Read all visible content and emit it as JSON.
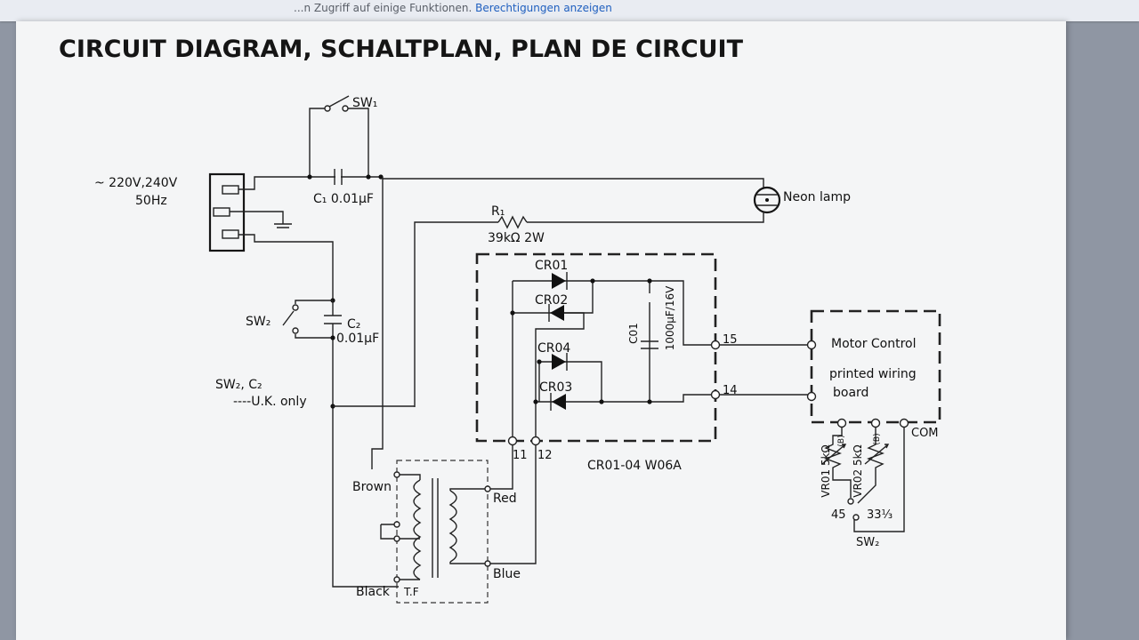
{
  "browser_bar": {
    "text": "...n Zugriff auf einige Funktionen.",
    "link": "Berechtigungen anzeigen"
  },
  "diagram": {
    "title": "CIRCUIT DIAGRAM, SCHALTPLAN, PLAN DE CIRCUIT",
    "mains_voltage": "~ 220V,240V",
    "mains_freq": "50Hz",
    "sw1": "SW₁",
    "c1": "C₁ 0.01μF",
    "r1": "R₁",
    "r1_value": "39kΩ 2W",
    "neon_lamp": "Neon lamp",
    "sw2": "SW₂",
    "c2": "C₂",
    "c2_value": "0.01μF",
    "uk_note_1": "SW₂, C₂",
    "uk_note_2": "----U.K. only",
    "cr01": "CR01",
    "cr02": "CR02",
    "cr03": "CR03",
    "cr04": "CR04",
    "c01": "C01",
    "c01_value": "1000μF/16V",
    "cr_part": "CR01-04  W06A",
    "pin15": "15",
    "pin14": "14",
    "pin11": "11",
    "pin12": "12",
    "motor_1": "Motor Control",
    "motor_2": "printed wiring",
    "motor_3": "board",
    "com": "COM",
    "vr01": "VR01 5kΩ",
    "vr02": "VR02 5kΩ",
    "vr_tag": "(B)",
    "speed_45": "45",
    "speed_33": "33⅓",
    "sw2_bottom": "SW₂",
    "brown": "Brown",
    "red": "Red",
    "black": "Black",
    "blue": "Blue",
    "tf": "T.F"
  }
}
